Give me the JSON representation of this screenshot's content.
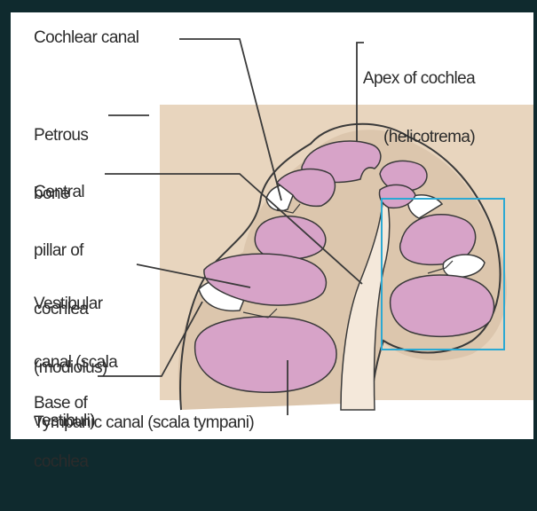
{
  "labels": {
    "cochlear_canal": "Cochlear canal",
    "apex": [
      "Apex of cochlea",
      "(helicotrema)"
    ],
    "petrous": [
      "Petrous",
      "bone"
    ],
    "modiolus": [
      "Central",
      "pillar of",
      "cochlea",
      "(modiolus)"
    ],
    "vestibular": [
      "Vestibular",
      "canal (scala",
      "vestibuli)"
    ],
    "base": [
      "Base of",
      "cochlea"
    ],
    "tympanic": "Tympanic canal (scala tympani)"
  },
  "colors": {
    "frame_background": "#0f2a2e",
    "panel": "#ffffff",
    "bone": "#e8d5be",
    "bone_shadow": "#dcc6ad",
    "canal_fill": "#d7a3c8",
    "duct_fill": "#ffffff",
    "outline": "#3a3a3a",
    "highlight_box": "#2ba9d3"
  }
}
